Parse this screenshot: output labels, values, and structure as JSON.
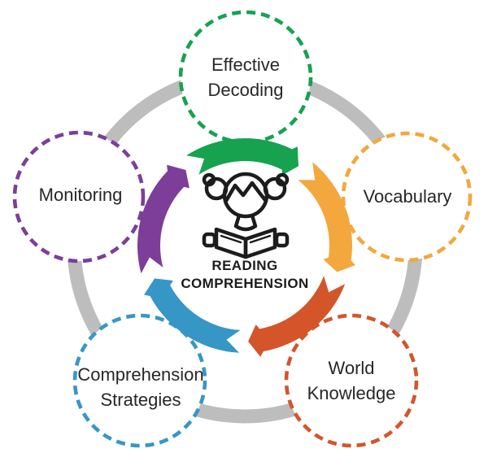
{
  "diagram": {
    "type": "cycle",
    "center": {
      "title": "READING COMPREHENSION",
      "icon": "girl-reading-book",
      "title_color": "#1c1c1c"
    },
    "ring_color": "#bdbdbd",
    "label_color": "#272727",
    "nodes": [
      {
        "label": "Effective Decoding",
        "color": "#16a24f",
        "position": "top"
      },
      {
        "label": "Vocabulary",
        "color": "#f3a73c",
        "position": "right"
      },
      {
        "label": "World Knowledge",
        "color": "#d4552a",
        "position": "bottom-right"
      },
      {
        "label": "Comprehension Strategies",
        "color": "#3697c6",
        "position": "bottom-left"
      },
      {
        "label": "Monitoring",
        "color": "#7c3e99",
        "position": "left"
      }
    ]
  }
}
